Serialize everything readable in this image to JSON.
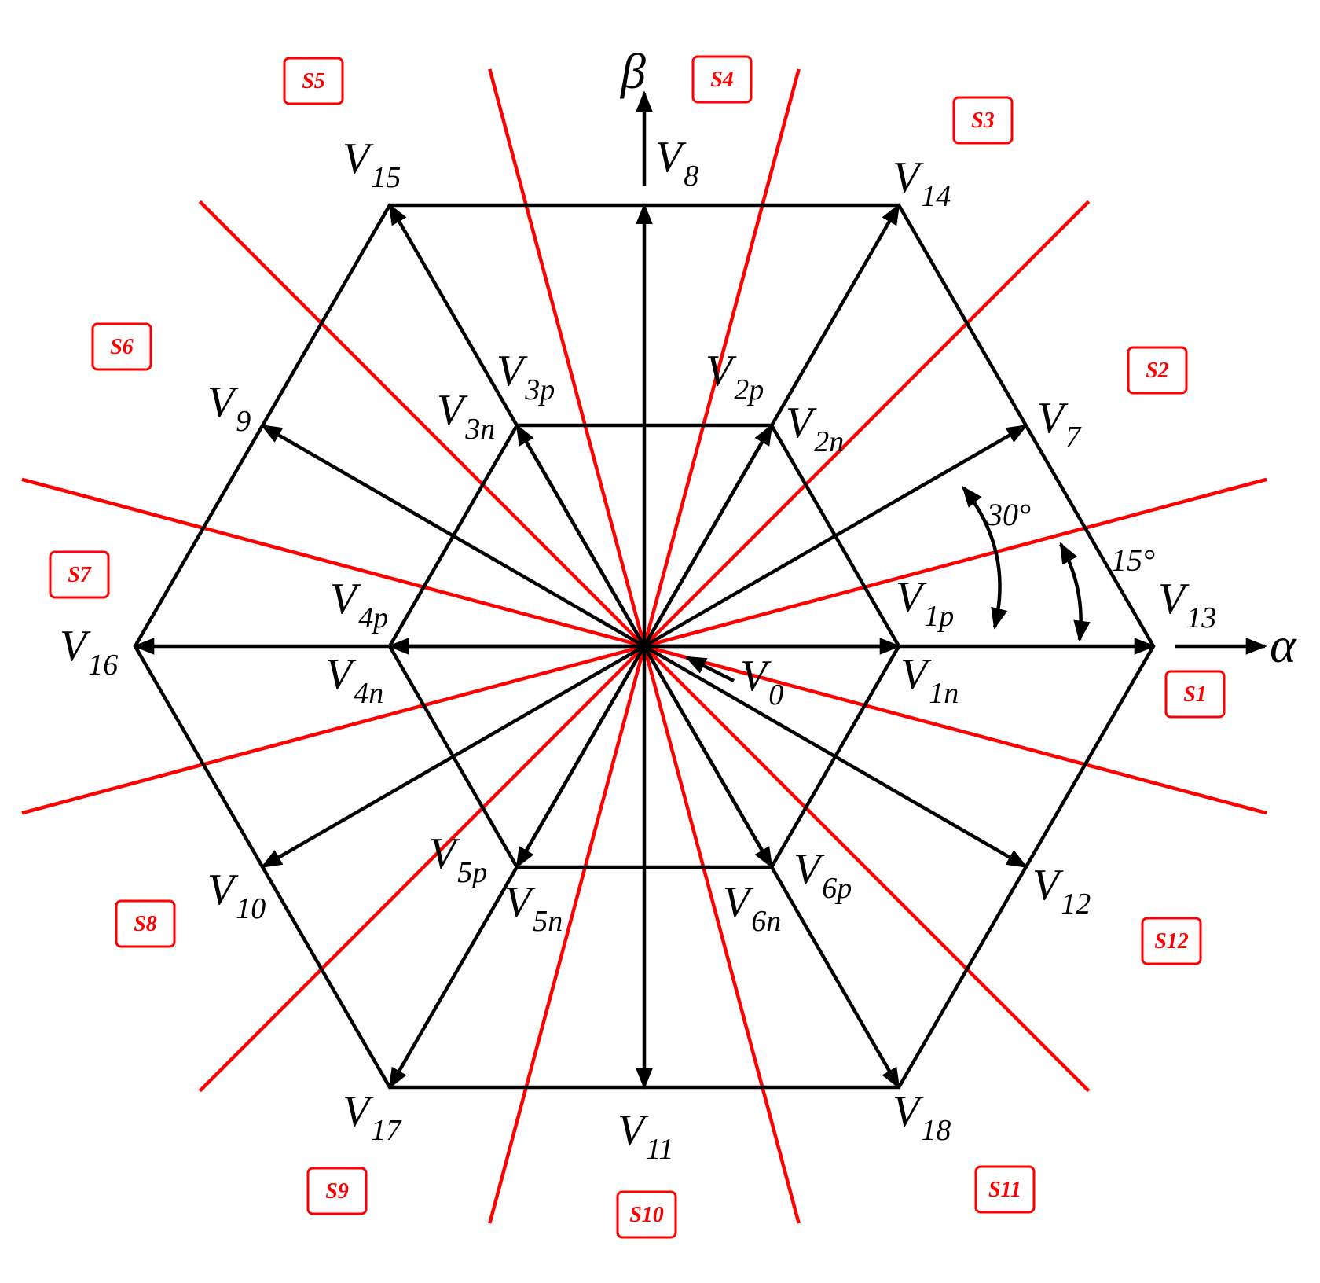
{
  "colors": {
    "vector": "#000000",
    "sector_line": "#ff0000",
    "sector_label": "#ff0000"
  },
  "axes": {
    "alpha": "α",
    "beta": "β"
  },
  "angles": {
    "a30": "30°",
    "a15": "15°"
  },
  "vectors": {
    "V0": {
      "main": "V",
      "sub": "0"
    },
    "V1p": {
      "main": "V",
      "sub": "1p"
    },
    "V1n": {
      "main": "V",
      "sub": "1n"
    },
    "V2p": {
      "main": "V",
      "sub": "2p"
    },
    "V2n": {
      "main": "V",
      "sub": "2n"
    },
    "V3p": {
      "main": "V",
      "sub": "3p"
    },
    "V3n": {
      "main": "V",
      "sub": "3n"
    },
    "V4p": {
      "main": "V",
      "sub": "4p"
    },
    "V4n": {
      "main": "V",
      "sub": "4n"
    },
    "V5p": {
      "main": "V",
      "sub": "5p"
    },
    "V5n": {
      "main": "V",
      "sub": "5n"
    },
    "V6p": {
      "main": "V",
      "sub": "6p"
    },
    "V6n": {
      "main": "V",
      "sub": "6n"
    },
    "V7": {
      "main": "V",
      "sub": "7"
    },
    "V8": {
      "main": "V",
      "sub": "8"
    },
    "V9": {
      "main": "V",
      "sub": "9"
    },
    "V10": {
      "main": "V",
      "sub": "10"
    },
    "V11": {
      "main": "V",
      "sub": "11"
    },
    "V12": {
      "main": "V",
      "sub": "12"
    },
    "V13": {
      "main": "V",
      "sub": "13"
    },
    "V14": {
      "main": "V",
      "sub": "14"
    },
    "V15": {
      "main": "V",
      "sub": "15"
    },
    "V16": {
      "main": "V",
      "sub": "16"
    },
    "V17": {
      "main": "V",
      "sub": "17"
    },
    "V18": {
      "main": "V",
      "sub": "18"
    }
  },
  "sectors": {
    "S1": "S1",
    "S2": "S2",
    "S3": "S3",
    "S4": "S4",
    "S5": "S5",
    "S6": "S6",
    "S7": "S7",
    "S8": "S8",
    "S9": "S9",
    "S10": "S10",
    "S11": "S11",
    "S12": "S12"
  }
}
